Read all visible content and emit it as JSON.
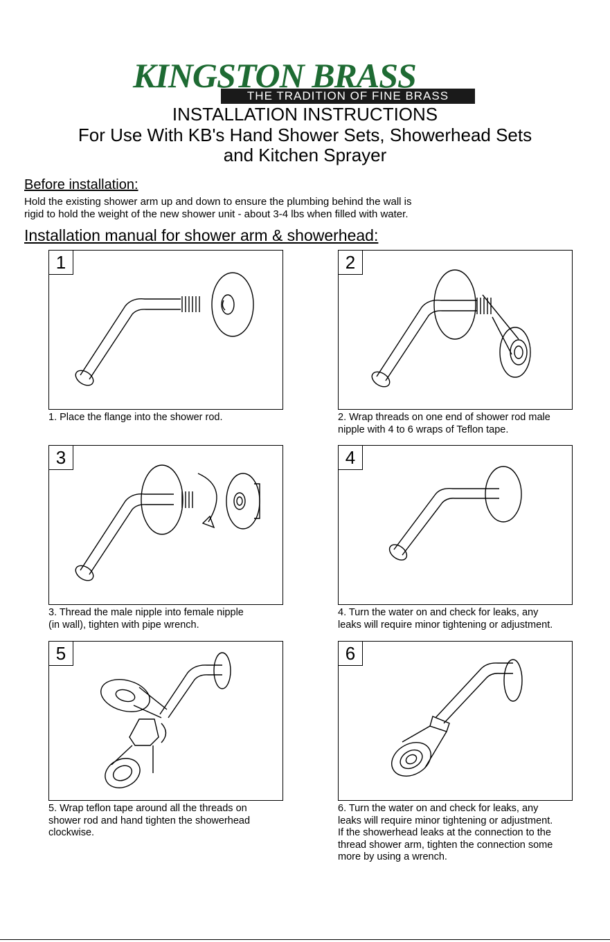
{
  "header": {
    "logo_text": "KINGSTON BRASS",
    "tagline": "THE TRADITION OF FINE BRASS",
    "title_lines": [
      "INSTALLATION INSTRUCTIONS",
      "For Use With KB's Hand Shower Sets, Showerhead Sets",
      "and  Kitchen Sprayer"
    ]
  },
  "before": {
    "heading": "Before installation:",
    "lines": [
      "Hold the existing shower arm up and down to ensure the plumbing behind the wall is",
      "rigid to hold the weight of the new shower unit - about 3-4 lbs when filled with water."
    ]
  },
  "manual": {
    "heading": "Installation manual for shower arm & showerhead:"
  },
  "steps": [
    {
      "number": "1",
      "caption": "1. Place the flange into the shower rod."
    },
    {
      "number": "2",
      "caption": "2. Wrap threads on one end of shower rod male\nnipple with 4 to 6 wraps of Teflon tape."
    },
    {
      "number": "3",
      "caption": "3. Thread the male nipple into female nipple\n(in wall), tighten with pipe wrench."
    },
    {
      "number": "4",
      "caption": "4. Turn the water on and check for leaks, any\nleaks will require minor tightening or adjustment."
    },
    {
      "number": "5",
      "caption": "5. Wrap teflon tape around all the threads on\nshower rod and hand tighten the showerhead\nclockwise."
    },
    {
      "number": "6",
      "caption": "6. Turn the water on and check for leaks, any\nleaks will require minor tightening or adjustment.\nIf the showerhead leaks at the connection to the\nthread shower arm, tighten the connection some\nmore by using a wrench."
    }
  ],
  "colors": {
    "brand_green": "#1e6b33",
    "tagline_bg": "#1a1a1a"
  }
}
